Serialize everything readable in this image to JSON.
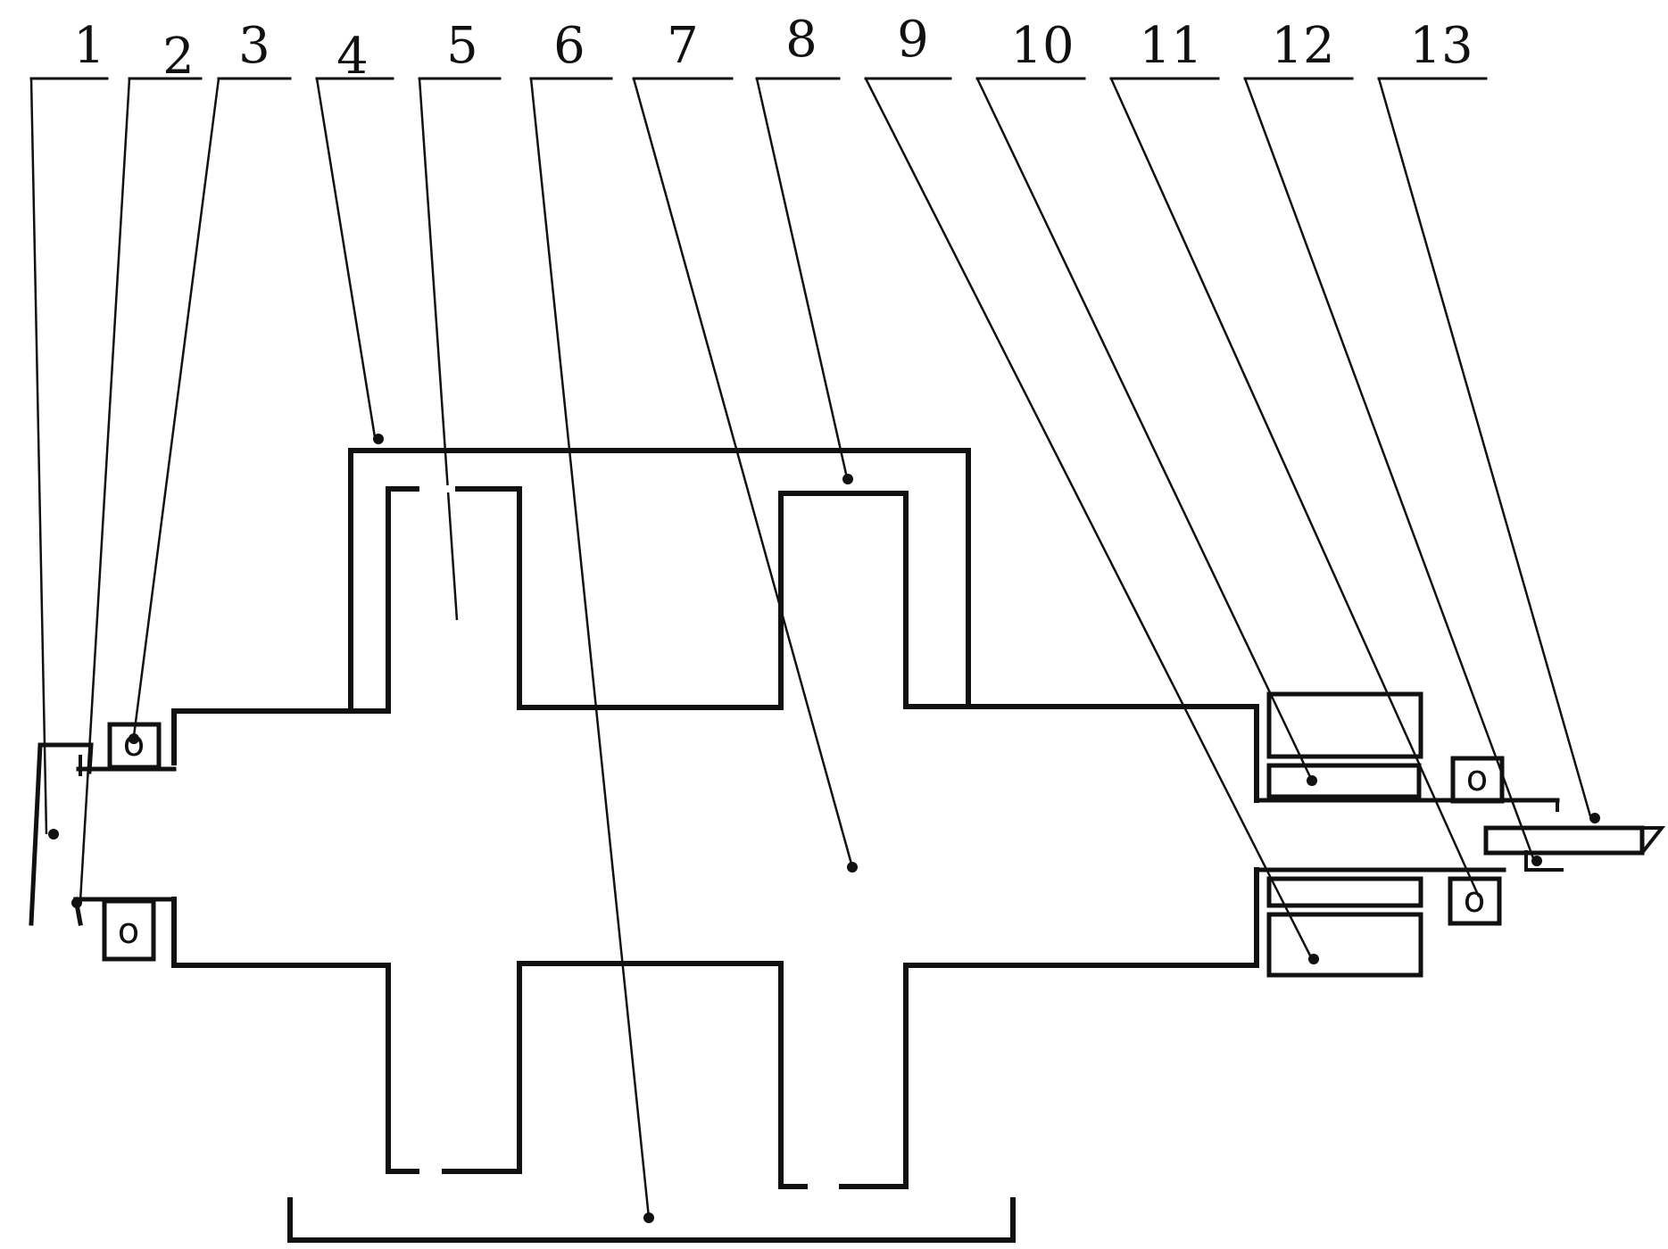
{
  "figure": {
    "labels": [
      "1",
      "2",
      "3",
      "4",
      "5",
      "6",
      "7",
      "8",
      "9",
      "10",
      "11",
      "12",
      "13"
    ],
    "ring_glyph": "o"
  }
}
